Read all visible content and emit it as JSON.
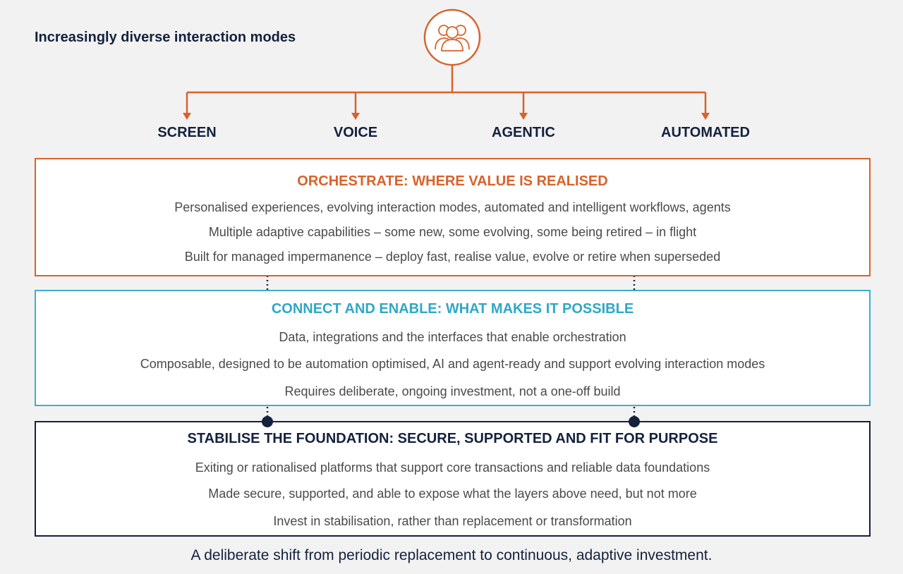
{
  "title": "Increasingly diverse interaction modes",
  "hub_icon": "people-group-icon",
  "modes": [
    "SCREEN",
    "VOICE",
    "AGENTIC",
    "AUTOMATED"
  ],
  "layers": [
    {
      "heading": "ORCHESTRATE: WHERE VALUE IS REALISED",
      "lines": [
        "Personalised experiences, evolving interaction modes, automated and intelligent workflows, agents",
        "Multiple adaptive capabilities – some new, some evolving, some being retired – in flight",
        "Built for managed impermanence – deploy fast, realise value, evolve or retire when superseded"
      ]
    },
    {
      "heading": "CONNECT AND ENABLE: WHAT MAKES IT POSSIBLE",
      "lines": [
        "Data, integrations and the interfaces that enable orchestration",
        "Composable, designed to be automation optimised, AI and agent-ready and support evolving interaction modes",
        "Requires deliberate, ongoing investment, not a one-off build"
      ]
    },
    {
      "heading": "STABILISE THE FOUNDATION: SECURE, SUPPORTED AND FIT FOR PURPOSE",
      "lines": [
        "Exiting or rationalised platforms that support core transactions and reliable data foundations",
        "Made secure, supported, and able to expose what the layers above need, but not more",
        "Invest in stabilisation, rather than replacement or transformation"
      ]
    }
  ],
  "footer": "A deliberate shift from periodic replacement to continuous, adaptive investment.",
  "colors": {
    "orange": "#d9622b",
    "teal": "#3ab0cc",
    "navy": "#14213d",
    "text_gray": "#4a4a4a",
    "background": "#f2f2f2"
  }
}
